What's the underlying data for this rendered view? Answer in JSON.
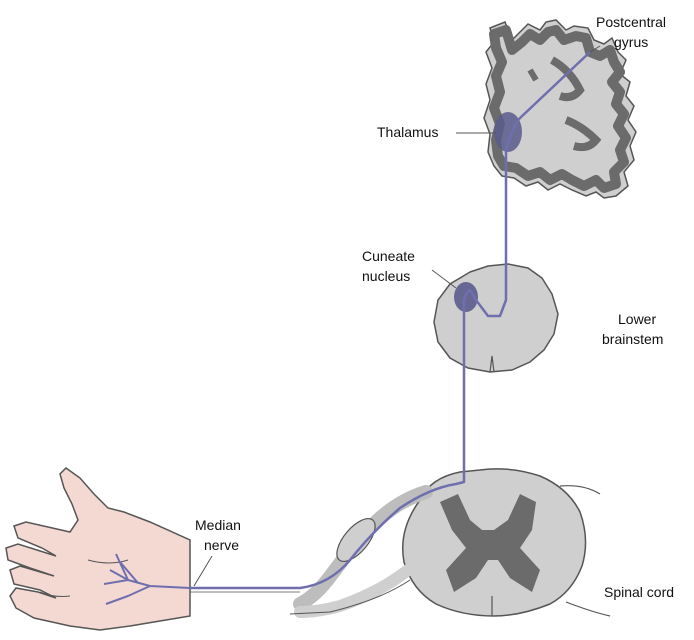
{
  "labels": {
    "postcentral_line1": "Postcentral",
    "postcentral_line2": "gyrus",
    "thalamus": "Thalamus",
    "cuneate_line1": "Cuneate",
    "cuneate_line2": "nucleus",
    "lower_brainstem_line1": "Lower",
    "lower_brainstem_line2": "brainstem",
    "median_line1": "Median",
    "median_line2": "nerve",
    "spinal_cord": "Spinal cord"
  },
  "colors": {
    "pathway": "#6f6fb0",
    "gray_matter": "#6b6b6b",
    "white_matter": "#cfcfcf",
    "nucleus": "#5a5c8c",
    "skin": "#f4d9d3",
    "outline": "#555555"
  }
}
